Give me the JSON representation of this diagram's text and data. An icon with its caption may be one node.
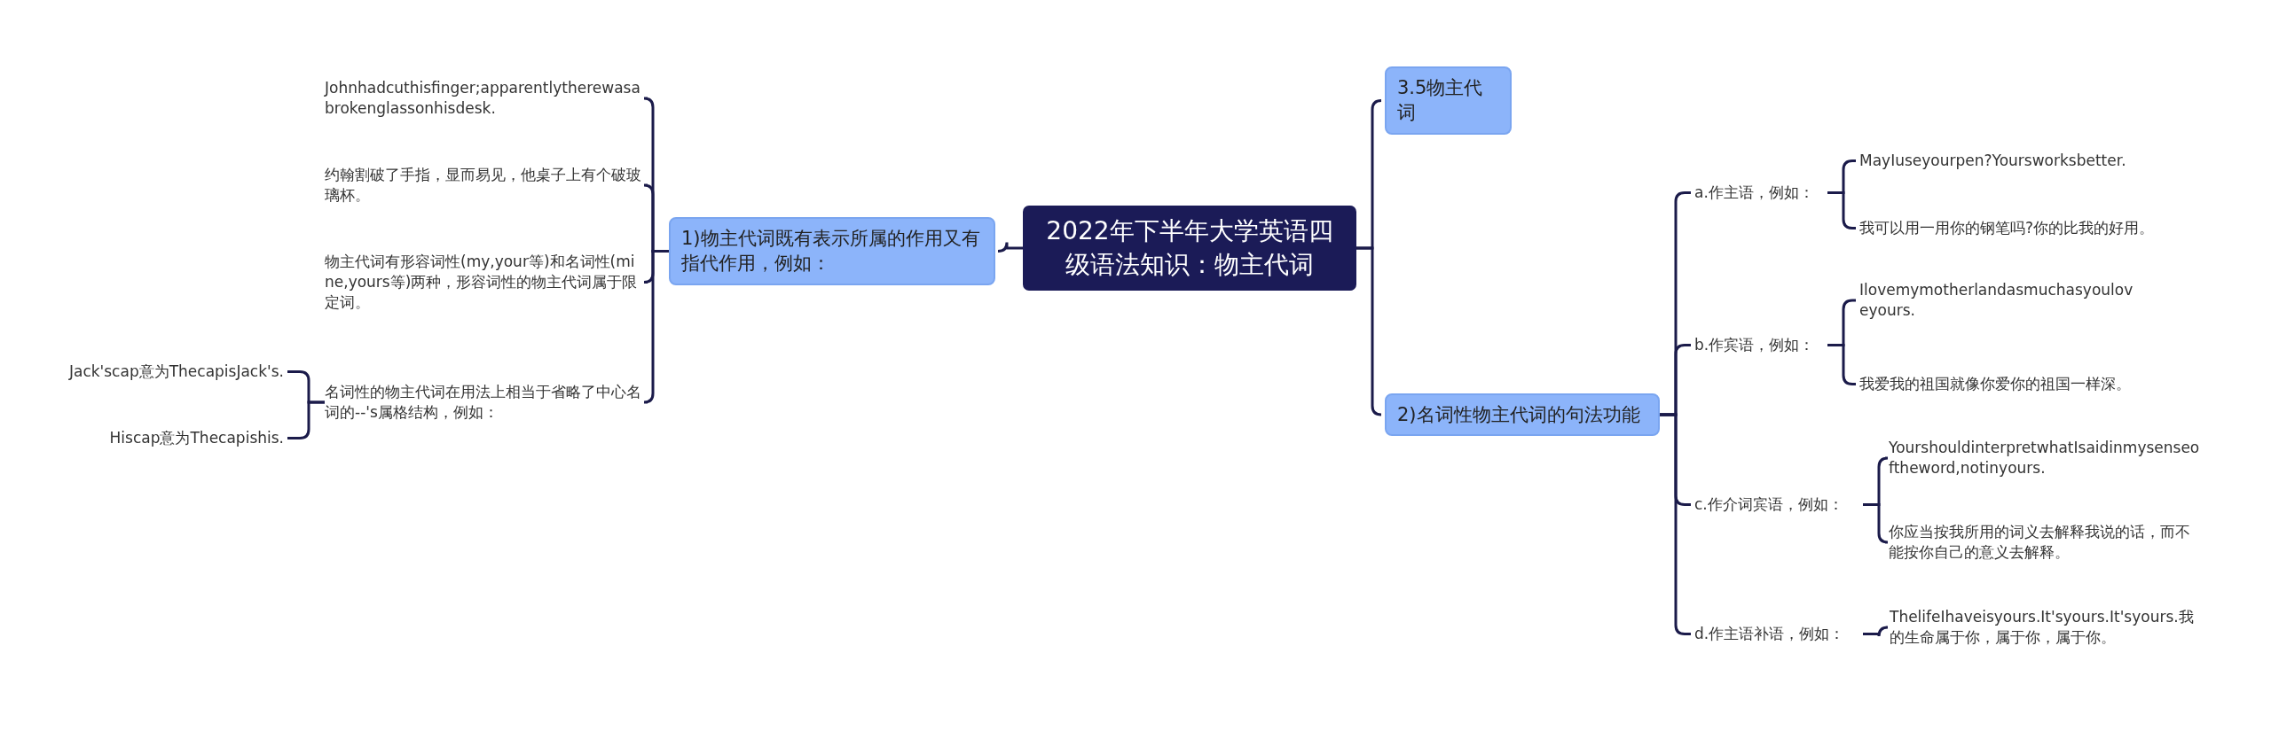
{
  "diagram": {
    "nodes": [
      {
        "text": [
          "2022年下半年大学英语四级语法知识：物主代词"
        ]
      },
      {
        "text": [
          "1)物主代词既有表示所属的作用又有指代作用，例如："
        ]
      },
      {
        "text": [
          "Johnhadcuthisfinger;apparentlytherewasa brokenglassonhisdesk."
        ]
      },
      {
        "text": [
          "约翰割破了手指，显而易见，他桌子上有个破玻璃杯。"
        ]
      },
      {
        "text": [
          "物主代词有形容词性(my,your等)和名词性(mine,yours等)两种，形容词性的物主代词属于限定词。"
        ]
      },
      {
        "text": [
          "名词性的物主代词在用法上相当于省略了中心名词的--'s属格结构，例如："
        ]
      },
      {
        "text": [
          "Jack'scap意为ThecapisJack's."
        ]
      },
      {
        "text": [
          "Hiscap意为Thecapishis."
        ]
      },
      {
        "text": [
          "3.5物主代词"
        ]
      },
      {
        "text": [
          "2)名词性物主代词的句法功能"
        ]
      },
      {
        "text": [
          "a.作主语，例如："
        ]
      },
      {
        "text": [
          "MayIuseyourpen?Yoursworksbetter."
        ]
      },
      {
        "text": [
          "我可以用一用你的钢笔吗?你的比我的好用。"
        ]
      },
      {
        "text": [
          "b.作宾语，例如："
        ]
      },
      {
        "text": [
          "Ilovemymotherlandasmuchasyouloveyours."
        ]
      },
      {
        "text": [
          "我爱我的祖国就像你爱你的祖国一样深。"
        ]
      },
      {
        "text": [
          "c.作介词宾语，例如："
        ]
      },
      {
        "text": [
          "YourshouldinterpretwhatIsaidinmysenseoftheword,notinyours."
        ]
      },
      {
        "text": [
          "你应当按我所用的词义去解释我说的话，而不能按你自己的意义去解释。"
        ]
      },
      {
        "text": [
          "d.作主语补语，例如："
        ]
      },
      {
        "text": [
          "ThelifeIhaveisyours.It'syours.It'syours.我的生命属于你，属于你，属于你。"
        ]
      }
    ],
    "edges": [
      {
        "from": 0,
        "to": 1,
        "arrow": "none"
      },
      {
        "from": 1,
        "to": 2,
        "arrow": "none"
      },
      {
        "from": 1,
        "to": 3,
        "arrow": "none"
      },
      {
        "from": 1,
        "to": 4,
        "arrow": "none"
      },
      {
        "from": 1,
        "to": 5,
        "arrow": "none"
      },
      {
        "from": 5,
        "to": 6,
        "arrow": "none"
      },
      {
        "from": 5,
        "to": 7,
        "arrow": "none"
      },
      {
        "from": 0,
        "to": 8,
        "arrow": "none"
      },
      {
        "from": 0,
        "to": 9,
        "arrow": "none"
      },
      {
        "from": 9,
        "to": 10,
        "arrow": "none"
      },
      {
        "from": 9,
        "to": 13,
        "arrow": "none"
      },
      {
        "from": 9,
        "to": 16,
        "arrow": "none"
      },
      {
        "from": 9,
        "to": 19,
        "arrow": "none"
      },
      {
        "from": 10,
        "to": 11,
        "arrow": "none"
      },
      {
        "from": 10,
        "to": 12,
        "arrow": "none"
      },
      {
        "from": 13,
        "to": 14,
        "arrow": "none"
      },
      {
        "from": 13,
        "to": 15,
        "arrow": "none"
      },
      {
        "from": 16,
        "to": 17,
        "arrow": "none"
      },
      {
        "from": 16,
        "to": 18,
        "arrow": "none"
      },
      {
        "from": 19,
        "to": 20,
        "arrow": "none"
      }
    ]
  }
}
